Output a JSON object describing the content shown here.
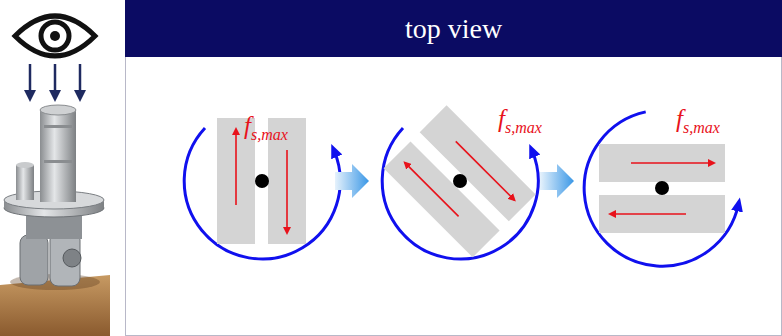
{
  "diagram": {
    "title": "top view",
    "labels": [
      "f",
      "s,max",
      "f",
      "s,max",
      "f",
      "s,max"
    ]
  }
}
